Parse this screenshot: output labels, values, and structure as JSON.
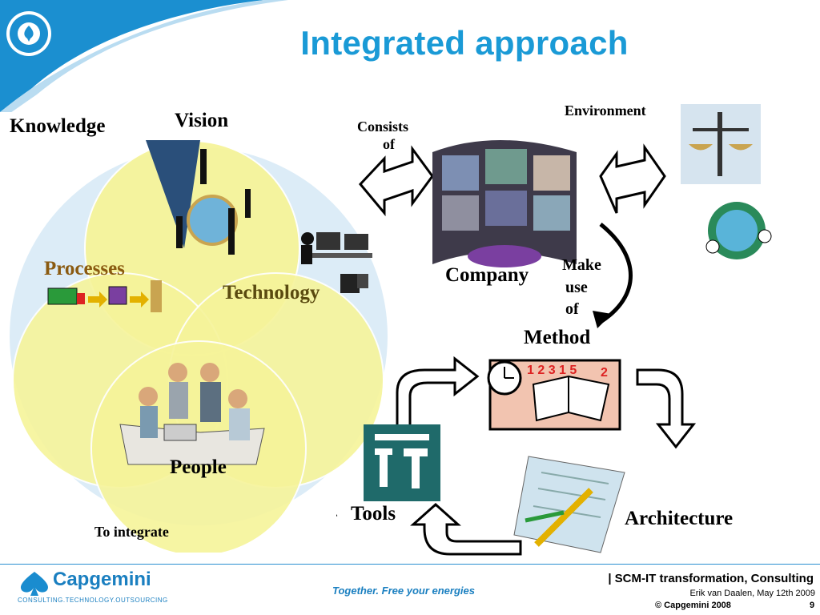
{
  "slide": {
    "title": "Integrated approach"
  },
  "venn": {
    "knowledge": "Knowledge",
    "vision": "Vision",
    "processes": "Processes",
    "technology": "Technology",
    "people": "People"
  },
  "flow": {
    "consists_of_1": "Consists",
    "consists_of_2": "of",
    "environment": "Environment",
    "company": "Company",
    "make_use_of_1": "Make",
    "make_use_of_2": "use",
    "make_use_of_3": "of",
    "method": "Method",
    "tools": "Tools",
    "architecture": "Architecture",
    "to_integrate": "To integrate"
  },
  "footer": {
    "brand": "Capgemini",
    "brand_sub": "CONSULTING.TECHNOLOGY.OUTSOURCING",
    "tagline": "Together. Free your energies",
    "presentation": "| SCM-IT transformation, Consulting",
    "author_date": "Erik van Daalen, May 12th 2009",
    "copyright": "© Capgemini 2008",
    "page_number": "9"
  },
  "colors": {
    "title_blue": "#1a9ad6",
    "corner_blue": "#1b8fd0",
    "venn_yellow": "#f6f49a",
    "venn_outer": "#dcecf7"
  }
}
